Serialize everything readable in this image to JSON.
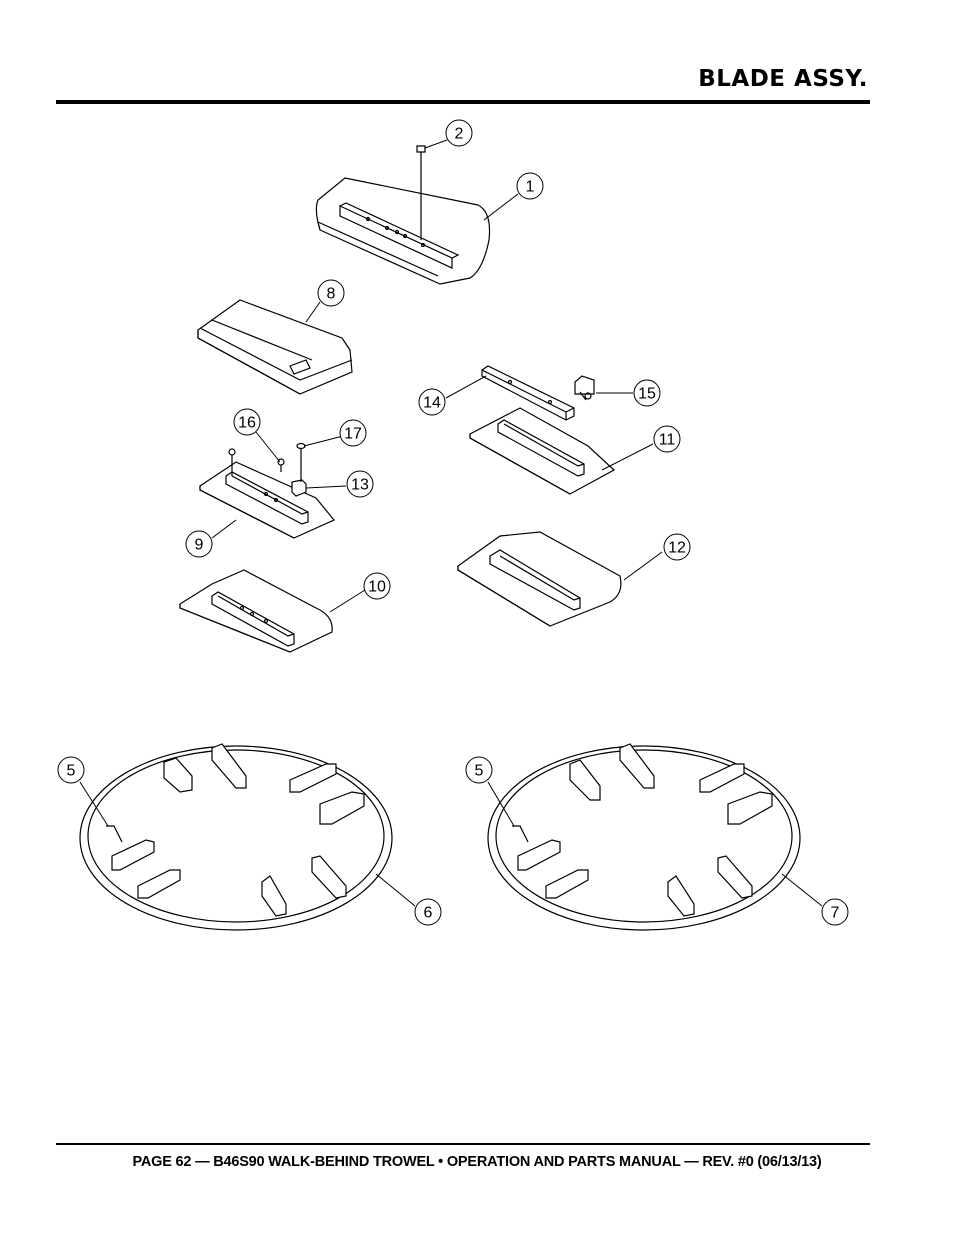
{
  "header": {
    "title": "BLADE ASSY."
  },
  "footer": {
    "text": "PAGE 62 — B46S90 WALK-BEHIND TROWEL • OPERATION AND PARTS MANUAL — REV. #0 (06/13/13)"
  },
  "callouts": {
    "c1": "1",
    "c2": "2",
    "c5a": "5",
    "c5b": "5",
    "c6": "6",
    "c7": "7",
    "c8": "8",
    "c9": "9",
    "c10": "10",
    "c11": "11",
    "c12": "12",
    "c13": "13",
    "c14": "14",
    "c15": "15",
    "c16": "16",
    "c17": "17"
  }
}
